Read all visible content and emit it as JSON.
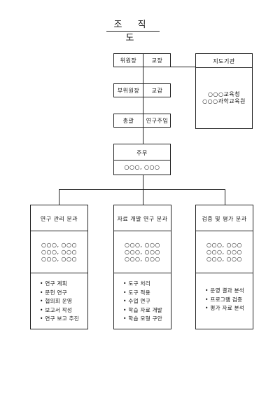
{
  "title": "조 직 도",
  "top_box": {
    "role": "위원장",
    "name": "교장"
  },
  "vice_box": {
    "role": "부위원장",
    "name": "교감"
  },
  "general_box": {
    "role": "총괄",
    "name": "연구주임"
  },
  "agency_box": {
    "label": "지도기관",
    "lines": [
      "○○○교육청",
      "○○○과학교육원"
    ]
  },
  "main_box": {
    "label": "주무",
    "members": "○○○, ○○○"
  },
  "departments": [
    {
      "label": "연구 관리 분과",
      "members": [
        "○○○, ○○○",
        "○○○, ○○○",
        "○○○, ○○○"
      ],
      "duties": [
        "연구 계획",
        "문헌 연구",
        "협의회 운영",
        "보고서 작성",
        "연구 보고 추진"
      ]
    },
    {
      "label": "자료 개발 연구 분과",
      "members": [
        "○○○, ○○○",
        "○○○, ○○○",
        "○○○, ○○○"
      ],
      "duties": [
        "도구 처리",
        "도구 적용",
        "수업 연구",
        "학습 자료 개발",
        "학습 모형 구안"
      ]
    },
    {
      "label": "검증 및 평가 분과",
      "members": [
        "○○○, ○○○",
        "○○○, ○○○",
        "○○○, ○○○"
      ],
      "duties": [
        "운영 결과 분석",
        "프로그램 검증",
        "평가 자료 분석"
      ]
    }
  ]
}
